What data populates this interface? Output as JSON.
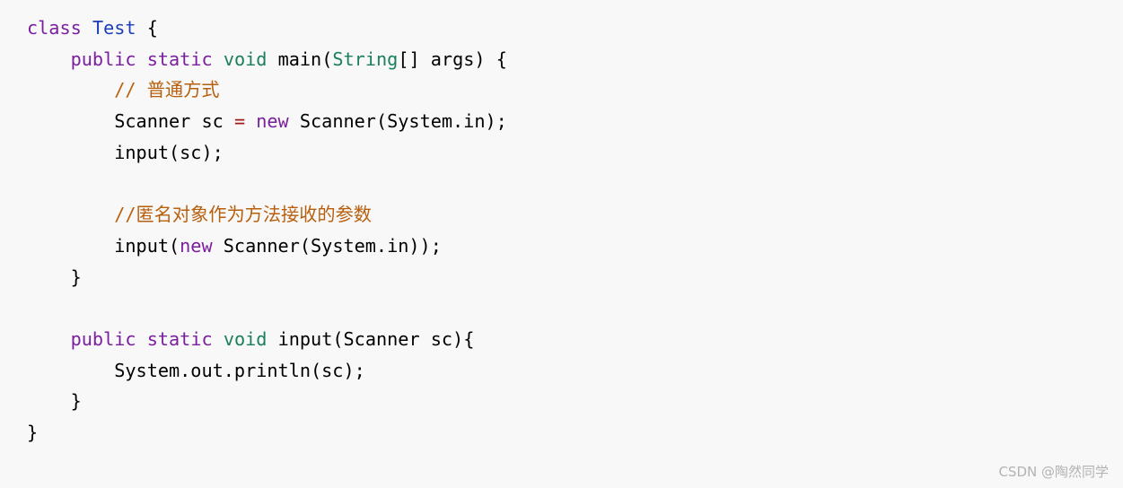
{
  "colors": {
    "background": "#f8f8f8",
    "keyword": "#7a1f9e",
    "type": "#1a7f5a",
    "class_name": "#1c3fb8",
    "operator": "#a21a1a",
    "comment": "#b85f0e",
    "plain": "#000000"
  },
  "code_lines": [
    {
      "tokens": [
        {
          "t": "class",
          "k": "keyword"
        },
        {
          "t": " ",
          "k": "plain"
        },
        {
          "t": "Test",
          "k": "class_name"
        },
        {
          "t": " {",
          "k": "plain"
        }
      ]
    },
    {
      "tokens": [
        {
          "t": "    ",
          "k": "plain"
        },
        {
          "t": "public",
          "k": "keyword"
        },
        {
          "t": " ",
          "k": "plain"
        },
        {
          "t": "static",
          "k": "keyword"
        },
        {
          "t": " ",
          "k": "plain"
        },
        {
          "t": "void",
          "k": "type"
        },
        {
          "t": " main(",
          "k": "plain"
        },
        {
          "t": "String",
          "k": "type"
        },
        {
          "t": "[] args) {",
          "k": "plain"
        }
      ]
    },
    {
      "tokens": [
        {
          "t": "        ",
          "k": "plain"
        },
        {
          "t": "// 普通方式",
          "k": "comment"
        }
      ]
    },
    {
      "tokens": [
        {
          "t": "        Scanner sc ",
          "k": "plain"
        },
        {
          "t": "=",
          "k": "operator"
        },
        {
          "t": " ",
          "k": "plain"
        },
        {
          "t": "new",
          "k": "keyword"
        },
        {
          "t": " Scanner(System.in);",
          "k": "plain"
        }
      ]
    },
    {
      "tokens": [
        {
          "t": "        input(sc);",
          "k": "plain"
        }
      ]
    },
    {
      "tokens": [
        {
          "t": "",
          "k": "plain"
        }
      ]
    },
    {
      "tokens": [
        {
          "t": "        ",
          "k": "plain"
        },
        {
          "t": "//匿名对象作为方法接收的参数",
          "k": "comment"
        }
      ]
    },
    {
      "tokens": [
        {
          "t": "        input(",
          "k": "plain"
        },
        {
          "t": "new",
          "k": "keyword"
        },
        {
          "t": " Scanner(System.in));",
          "k": "plain"
        }
      ]
    },
    {
      "tokens": [
        {
          "t": "    }",
          "k": "plain"
        }
      ]
    },
    {
      "tokens": [
        {
          "t": "",
          "k": "plain"
        }
      ]
    },
    {
      "tokens": [
        {
          "t": "    ",
          "k": "plain"
        },
        {
          "t": "public",
          "k": "keyword"
        },
        {
          "t": " ",
          "k": "plain"
        },
        {
          "t": "static",
          "k": "keyword"
        },
        {
          "t": " ",
          "k": "plain"
        },
        {
          "t": "void",
          "k": "type"
        },
        {
          "t": " input(Scanner sc){",
          "k": "plain"
        }
      ]
    },
    {
      "tokens": [
        {
          "t": "        System.out.println(sc);",
          "k": "plain"
        }
      ]
    },
    {
      "tokens": [
        {
          "t": "    }",
          "k": "plain"
        }
      ]
    },
    {
      "tokens": [
        {
          "t": "}",
          "k": "plain"
        }
      ]
    }
  ],
  "watermark": "CSDN @陶然同学"
}
